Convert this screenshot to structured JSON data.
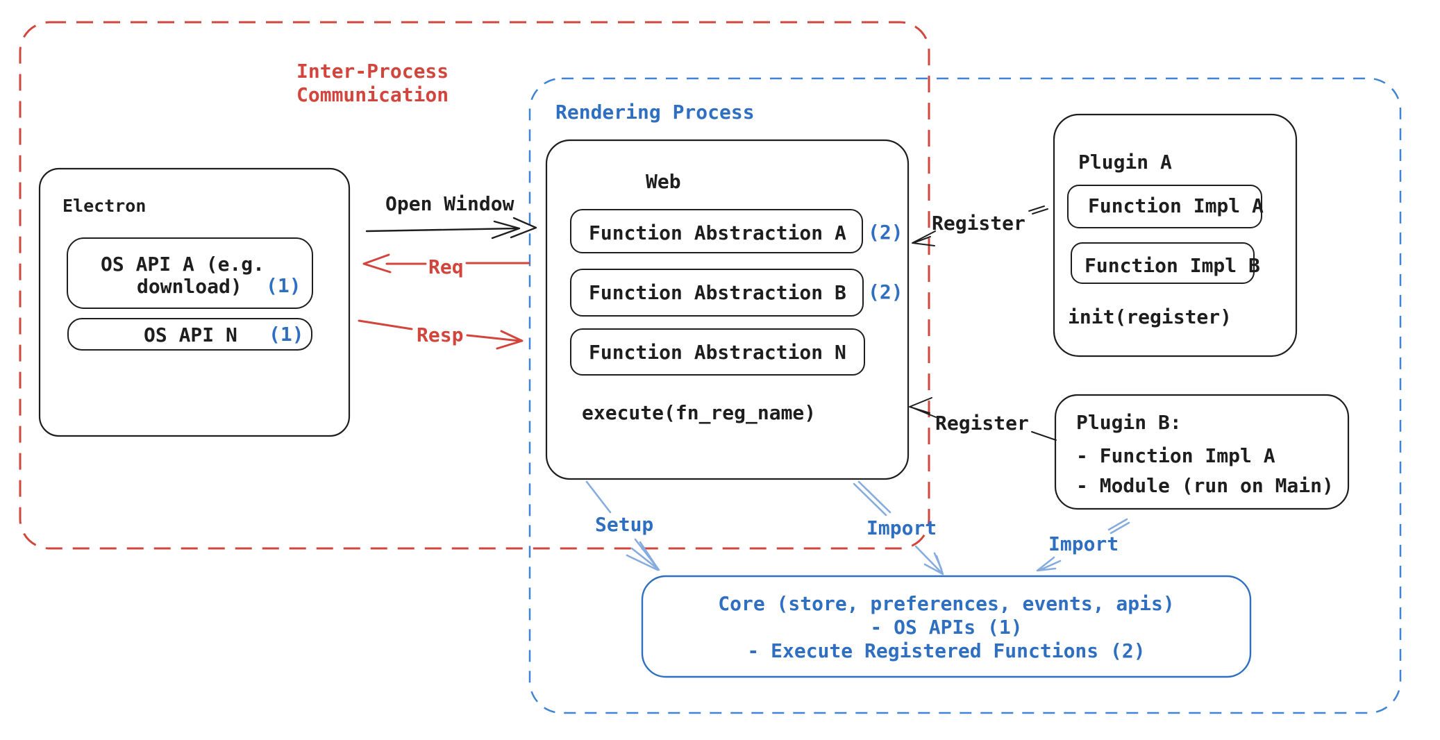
{
  "diagram": {
    "ipc_region": {
      "label_line1": "Inter-Process",
      "label_line2": "Communication"
    },
    "rendering_region": {
      "label": "Rendering Process"
    },
    "electron": {
      "title": "Electron",
      "os_api_a_line1": "OS API A (e.g.",
      "os_api_a_line2": "download)",
      "os_api_a_ref": "(1)",
      "os_api_n": "OS API N",
      "os_api_n_ref": "(1)"
    },
    "web": {
      "title": "Web",
      "fn_abstraction_a": "Function Abstraction A",
      "fn_abstraction_a_ref": "(2)",
      "fn_abstraction_b": "Function Abstraction B",
      "fn_abstraction_b_ref": "(2)",
      "fn_abstraction_n": "Function Abstraction N",
      "execute_label": "execute(fn_reg_name)"
    },
    "plugin_a": {
      "title": "Plugin A",
      "fn_impl_a": "Function Impl A",
      "fn_impl_b": "Function Impl B",
      "init_label": "init(register)"
    },
    "plugin_b": {
      "title": "Plugin B:",
      "item1": "- Function Impl A",
      "item2": "- Module (run on Main)"
    },
    "core": {
      "line1": "Core (store, preferences, events, apis)",
      "line2": "- OS APIs (1)",
      "line3": "- Execute Registered Functions (2)"
    },
    "arrows": {
      "open_window": "Open Window",
      "req": "Req",
      "resp": "Resp",
      "register_a": "Register",
      "register_b": "Register",
      "setup": "Setup",
      "import_web": "Import",
      "import_plugin": "Import"
    },
    "colors": {
      "black": "#1e1e1e",
      "red": "#d2453d",
      "blue": "#2f6fc1",
      "dash_blue": "#3f83d4",
      "light_blue": "#85abdf",
      "bg": "#ffffff"
    }
  }
}
